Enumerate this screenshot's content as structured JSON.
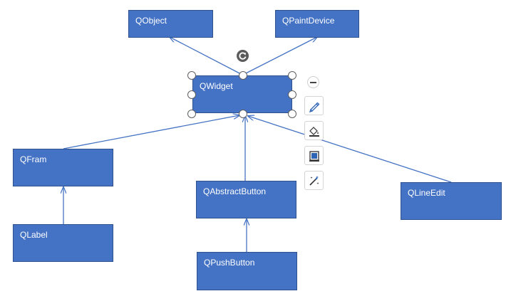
{
  "diagram": {
    "nodes": [
      {
        "id": "qobject",
        "label": "QObject"
      },
      {
        "id": "qpaintdevice",
        "label": "QPaintDevice"
      },
      {
        "id": "qwidget",
        "label": "QWidget"
      },
      {
        "id": "qfram",
        "label": "QFram"
      },
      {
        "id": "qabstractbutton",
        "label": "QAbstractButton"
      },
      {
        "id": "qlineedit",
        "label": "QLineEdit"
      },
      {
        "id": "qlabel",
        "label": "QLabel"
      },
      {
        "id": "qpushbutton",
        "label": "QPushButton"
      }
    ],
    "edges": [
      {
        "from": "qwidget",
        "to": "qobject"
      },
      {
        "from": "qwidget",
        "to": "qpaintdevice"
      },
      {
        "from": "qfram",
        "to": "qwidget"
      },
      {
        "from": "qabstractbutton",
        "to": "qwidget"
      },
      {
        "from": "qlineedit",
        "to": "qwidget"
      },
      {
        "from": "qlabel",
        "to": "qfram"
      },
      {
        "from": "qpushbutton",
        "to": "qabstractbutton"
      }
    ],
    "selected": "qwidget",
    "colors": {
      "node_fill": "#4472c4",
      "node_border": "#2f528f",
      "node_text": "#ffffff",
      "connector": "#4472c4"
    }
  },
  "shape_toolbar": {
    "buttons": [
      {
        "icon": "minus-icon"
      },
      {
        "icon": "pen-style-icon"
      },
      {
        "icon": "fill-bucket-icon"
      },
      {
        "icon": "shape-outline-icon"
      },
      {
        "icon": "quick-style-icon"
      }
    ]
  }
}
